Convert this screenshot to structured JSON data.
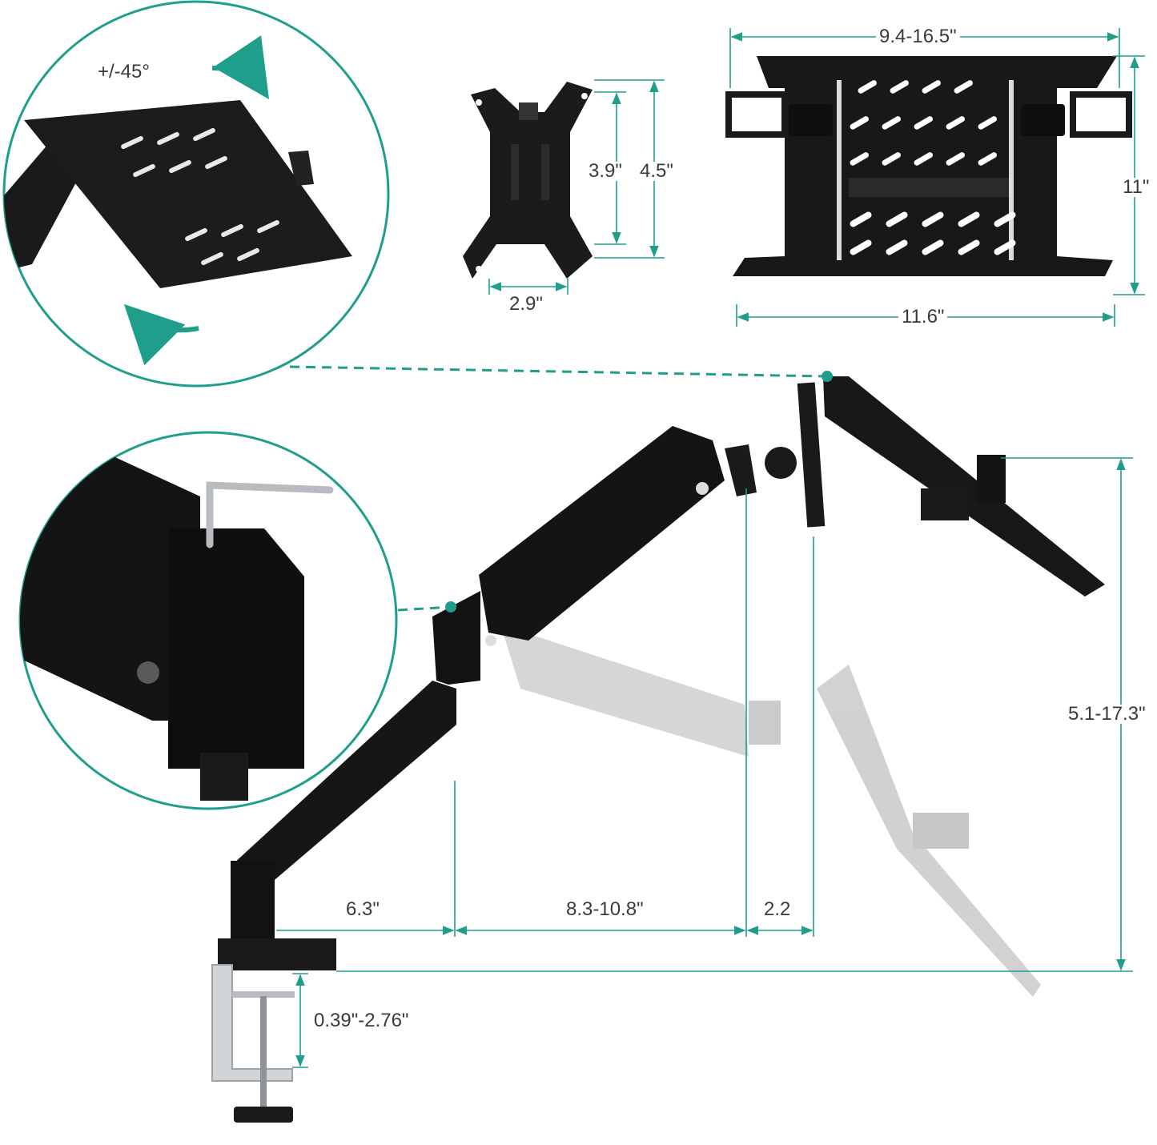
{
  "colors": {
    "accent": "#1f9e8c",
    "mount_black": "#1c1c1c",
    "ghost_gray": "#c4c4c4",
    "dimension_text": "#3a3a3a"
  },
  "labels": {
    "rotation": "+/-45°",
    "vesa_height_inner": "3.9\"",
    "vesa_height_outer": "4.5\"",
    "vesa_width": "2.9\"",
    "tray_width_range": "9.4-16.5\"",
    "tray_depth": "11\"",
    "tray_base_width": "11.6\"",
    "reach_base": "6.3\"",
    "reach_extension": "8.3-10.8\"",
    "reach_tilt": "2.2",
    "height_range": "5.1-17.3\"",
    "clamp_range": "0.39\"-2.76\""
  }
}
